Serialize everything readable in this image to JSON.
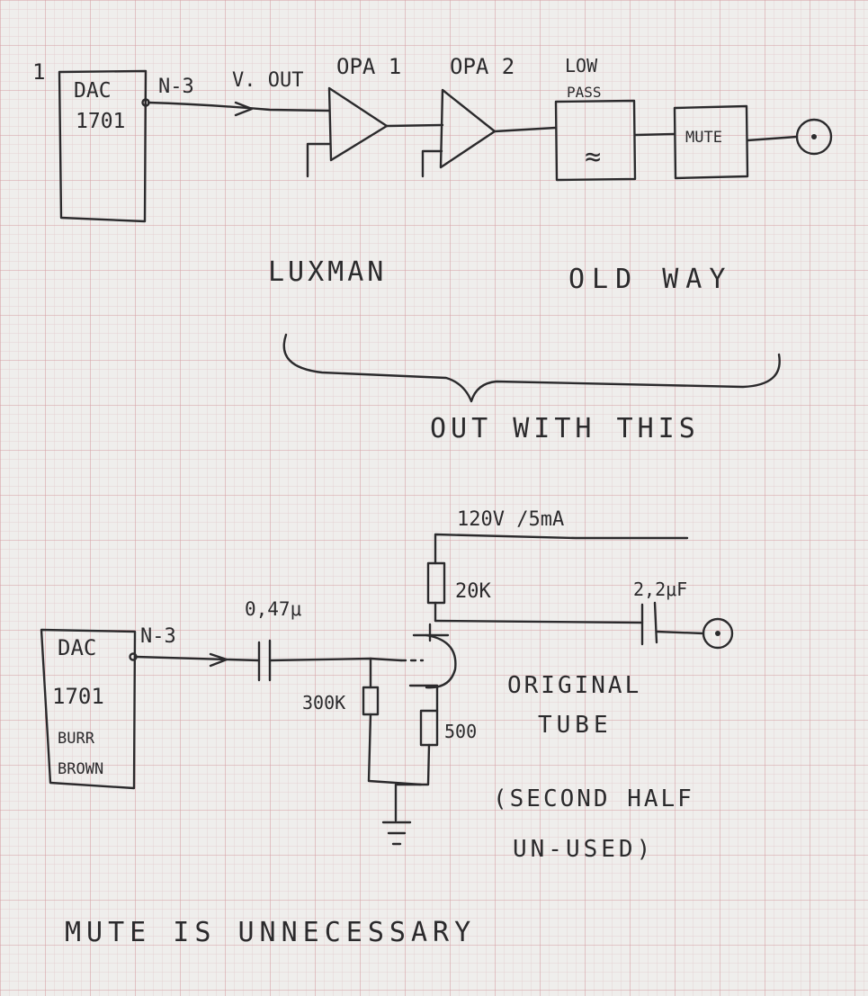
{
  "colors": {
    "paper": "#efeeec",
    "grid_minor": "#e2c9cb",
    "grid_major": "#d59da2",
    "ink": "#2b2a2c"
  },
  "old_way": {
    "page_number": "1",
    "dac_label_1": "DAC",
    "dac_label_2": "1701",
    "pin_label": "N-3",
    "signal_label": "V. OUT",
    "opamp1_label": "OPA 1",
    "opamp2_label": "OPA 2",
    "lowpass_label_1": "LOW",
    "lowpass_label_2": "PASS",
    "mute_label": "MUTE",
    "filter_symbol": "≈",
    "luxman_label": "LUXMAN",
    "old_way_label": "OLD WAY",
    "out_label": "OUT WITH THIS"
  },
  "tube_circuit": {
    "dac_label_1": "DAC",
    "dac_label_2": "1701",
    "dac_label_3": "BURR",
    "dac_label_4": "BROWN",
    "pin_label": "N-3",
    "input_cap_label": "0,47μ",
    "supply_label": "120V /5mA",
    "plate_resistor_label": "20K",
    "output_cap_label": "2,2μF",
    "grid_resistor_label": "300K",
    "cathode_resistor_label": "500",
    "tube_note_1": "ORIGINAL",
    "tube_note_2": "TUBE",
    "note_half_1": "(SECOND HALF",
    "note_half_2": "UN-USED)"
  },
  "footer_note": "MUTE IS UNNECESSARY"
}
